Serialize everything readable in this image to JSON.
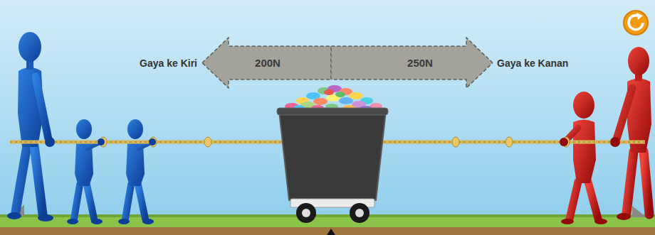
{
  "diagram": {
    "nodes": [
      {
        "text": [
          "200N"
        ]
      },
      {
        "text": [
          "250N"
        ]
      }
    ],
    "labels": [
      "Gaya ke Kiri",
      "Gaya ke Kanan"
    ]
  }
}
